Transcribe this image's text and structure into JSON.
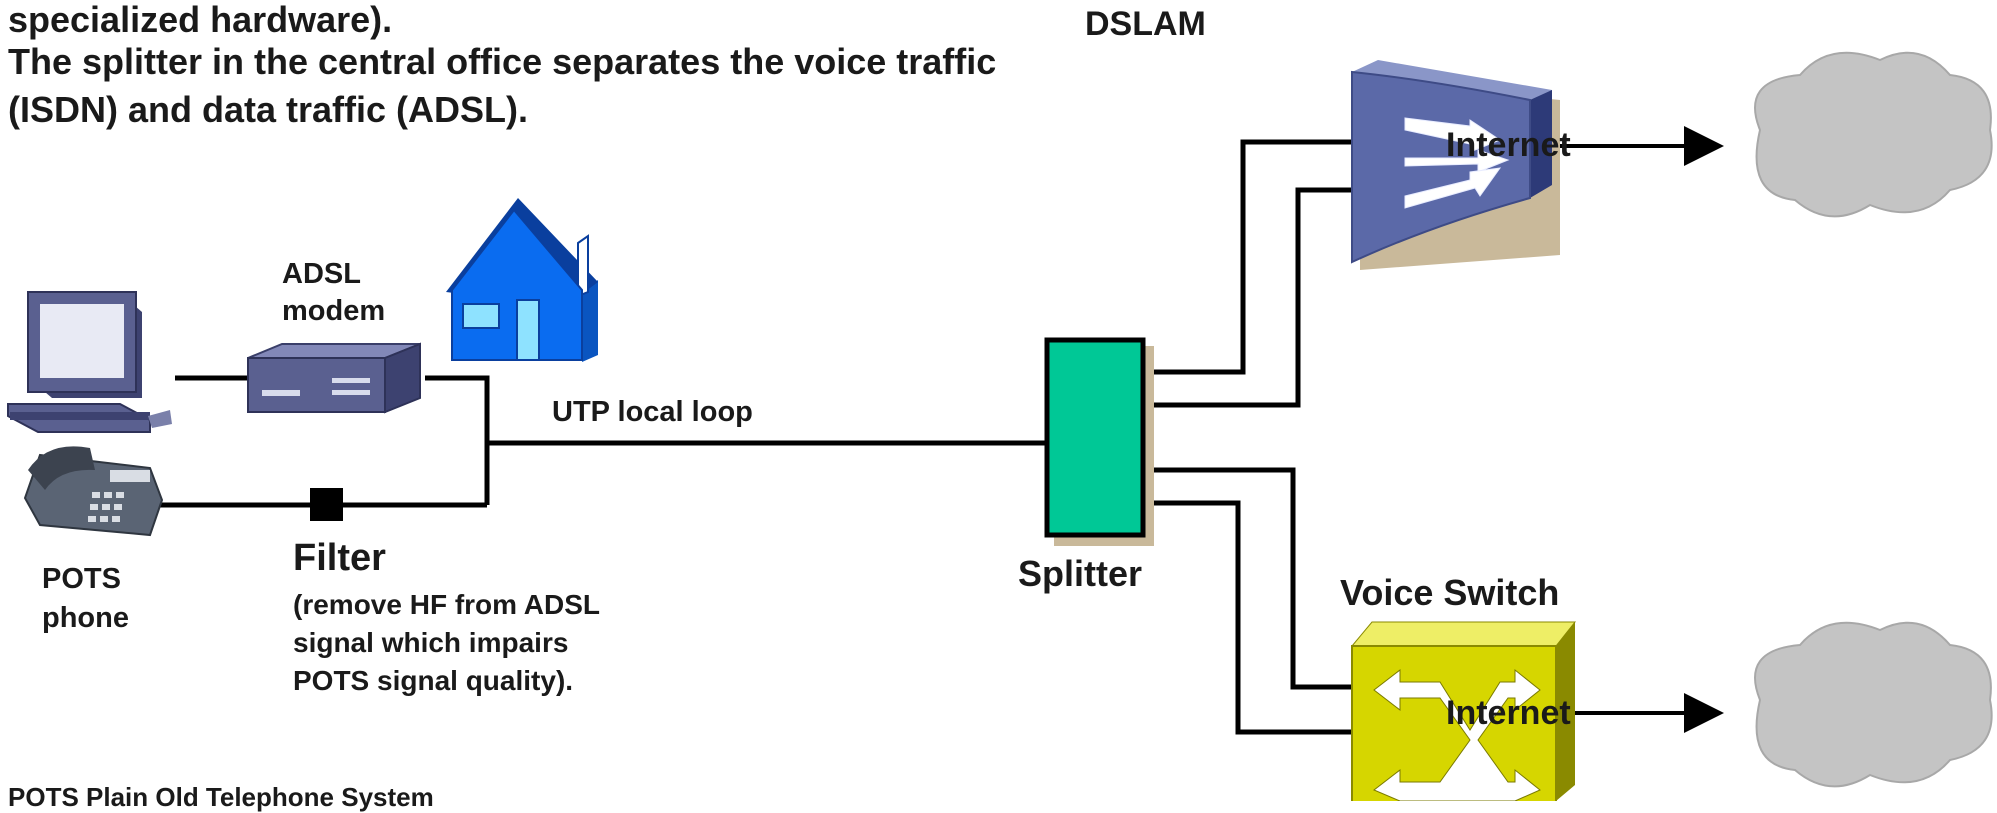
{
  "intro": {
    "line1": "specialized hardware).",
    "line2": "The splitter in the central office separates the voice traffic",
    "line3": "(ISDN) and data traffic (ADSL)."
  },
  "labels": {
    "dslam": "DSLAM",
    "internet_top": "Internet",
    "internet_bottom": "Internet",
    "adsl_modem_1": "ADSL",
    "adsl_modem_2": "modem",
    "utp_local_loop": "UTP local loop",
    "splitter": "Splitter",
    "voice_switch": "Voice Switch",
    "pots_phone_1": "POTS",
    "pots_phone_2": "phone",
    "filter": "Filter",
    "filter_note_1": "(remove HF from ADSL",
    "filter_note_2": "signal which impairs",
    "filter_note_3": "POTS signal quality).",
    "footnote": "POTS Plain Old Telephone System"
  },
  "colors": {
    "splitter": "#00c896",
    "dslam": "#5b69a8",
    "voice_switch": "#d6d600",
    "cloud": "#c4c4c4",
    "house": "#0a6cf0",
    "device": "#5a6090"
  },
  "icons": [
    "computer-icon",
    "adsl-modem-icon",
    "house-icon",
    "phone-icon",
    "filter-icon",
    "splitter-box",
    "dslam-icon",
    "voice-switch-icon",
    "cloud-icon"
  ]
}
